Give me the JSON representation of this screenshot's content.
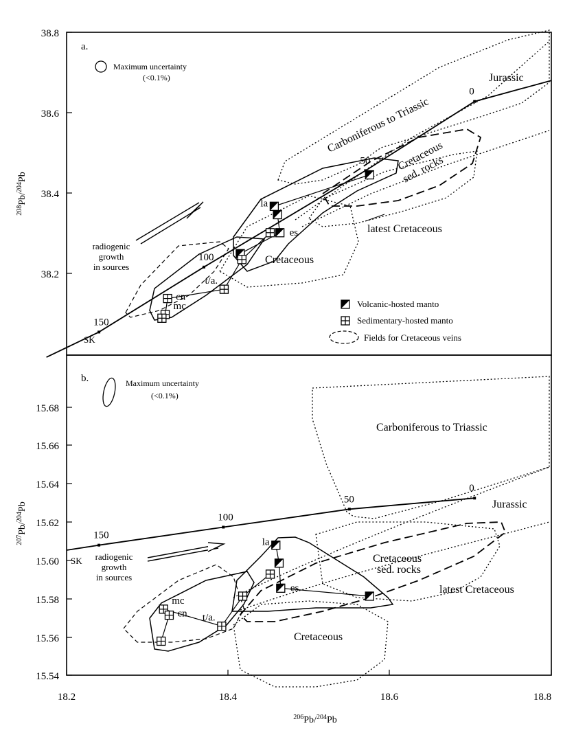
{
  "chart_data": [
    {
      "type": "scatter",
      "panel_label": "a.",
      "xlim": [
        18.2,
        18.8
      ],
      "ylim": [
        38.03,
        38.8
      ],
      "y_ticks": [
        38.2,
        38.4,
        38.6,
        38.8
      ],
      "y_tick_labels": [
        "38.2",
        "38.4",
        "38.6",
        "38.8"
      ],
      "ylabel": "208Pb/204Pb",
      "uncertainty_label": "Maximum uncertainty",
      "uncertainty_sublabel": "(<0.1%)",
      "growth_curve": {
        "label": "SK",
        "points": [
          {
            "x": 18.175,
            "y": 38.025,
            "label": ""
          },
          {
            "x": 18.24,
            "y": 38.085,
            "label": "150"
          },
          {
            "x": 18.37,
            "y": 38.24,
            "label": "100"
          },
          {
            "x": 18.57,
            "y": 38.47,
            "label": "50"
          },
          {
            "x": 18.705,
            "y": 38.635,
            "label": "0"
          },
          {
            "x": 18.8,
            "y": 38.685,
            "label": ""
          }
        ]
      },
      "radiogenic_label": [
        "radiogenic",
        "growth",
        "in sources"
      ],
      "series": [
        {
          "name": "Volcanic-hosted manto",
          "marker": "half-filled-square",
          "points": [
            {
              "x": 18.575,
              "y": 38.46,
              "label": ""
            },
            {
              "x": 18.457,
              "y": 38.385,
              "label": "la"
            },
            {
              "x": 18.461,
              "y": 38.365,
              "label": ""
            },
            {
              "x": 18.464,
              "y": 38.322,
              "label": "es"
            },
            {
              "x": 18.415,
              "y": 38.272,
              "label": ""
            }
          ]
        },
        {
          "name": "Sedimentary-hosted manto",
          "marker": "crossed-square",
          "points": [
            {
              "x": 18.452,
              "y": 38.322,
              "label": ""
            },
            {
              "x": 18.417,
              "y": 38.258,
              "label": ""
            },
            {
              "x": 18.395,
              "y": 38.187,
              "label": "t/a."
            },
            {
              "x": 18.325,
              "y": 38.165,
              "label": "cn"
            },
            {
              "x": 18.322,
              "y": 38.127,
              "label": "mc"
            },
            {
              "x": 18.318,
              "y": 38.118,
              "label": ""
            }
          ]
        }
      ],
      "field_labels": [
        "Carboniferous to Triassic",
        "Jurassic",
        "Cretaceous",
        "sed. rocks",
        "latest Cretaceous",
        "Cretaceous"
      ],
      "legend": [
        "Volcanic-hosted manto",
        "Sedimentary-hosted manto",
        "Fields for Cretaceous veins"
      ]
    },
    {
      "type": "scatter",
      "panel_label": "b.",
      "xlim": [
        18.2,
        18.8
      ],
      "ylim": [
        15.54,
        15.7
      ],
      "x_ticks": [
        18.2,
        18.4,
        18.6,
        18.8
      ],
      "x_tick_labels": [
        "18.2",
        "18.4",
        "18.6",
        "18.8"
      ],
      "y_ticks": [
        15.54,
        15.56,
        15.58,
        15.6,
        15.62,
        15.64,
        15.66,
        15.68
      ],
      "y_tick_labels": [
        "15.54",
        "15.56",
        "15.58",
        "15.60",
        "15.62",
        "15.64",
        "15.66",
        "15.68"
      ],
      "xlabel": "206Pb/204Pb",
      "ylabel": "207Pb/204Pb",
      "uncertainty_label": "Maximum uncertainty",
      "uncertainty_sublabel": "(<0.1%)",
      "growth_curve": {
        "label": "SK",
        "points": [
          {
            "x": 18.2,
            "y": 15.6025,
            "label": ""
          },
          {
            "x": 18.24,
            "y": 15.605,
            "label": "150"
          },
          {
            "x": 18.394,
            "y": 15.614,
            "label": "100"
          },
          {
            "x": 18.55,
            "y": 15.623,
            "label": "50"
          },
          {
            "x": 18.705,
            "y": 15.6285,
            "label": "0"
          }
        ]
      },
      "radiogenic_label": [
        "radiogenic",
        "growth",
        "in sources"
      ],
      "series": [
        {
          "name": "Volcanic-hosted manto",
          "marker": "half-filled-square",
          "points": [
            {
              "x": 18.459,
              "y": 15.605,
              "label": "la"
            },
            {
              "x": 18.463,
              "y": 15.596,
              "label": ""
            },
            {
              "x": 18.465,
              "y": 15.5835,
              "label": "es"
            },
            {
              "x": 18.575,
              "y": 15.5795,
              "label": ""
            }
          ]
        },
        {
          "name": "Sedimentary-hosted manto",
          "marker": "crossed-square",
          "points": [
            {
              "x": 18.452,
              "y": 15.5905,
              "label": ""
            },
            {
              "x": 18.418,
              "y": 15.5795,
              "label": ""
            },
            {
              "x": 18.392,
              "y": 15.5645,
              "label": "t/a."
            },
            {
              "x": 18.32,
              "y": 15.573,
              "label": "mc"
            },
            {
              "x": 18.327,
              "y": 15.57,
              "label": "cn"
            },
            {
              "x": 18.317,
              "y": 15.557,
              "label": ""
            }
          ]
        }
      ],
      "field_labels": [
        "Carboniferous to Triassic",
        "Jurassic",
        "Cretaceous",
        "sed. rocks",
        "latest Cretaceous",
        "Cretaceous"
      ]
    }
  ]
}
